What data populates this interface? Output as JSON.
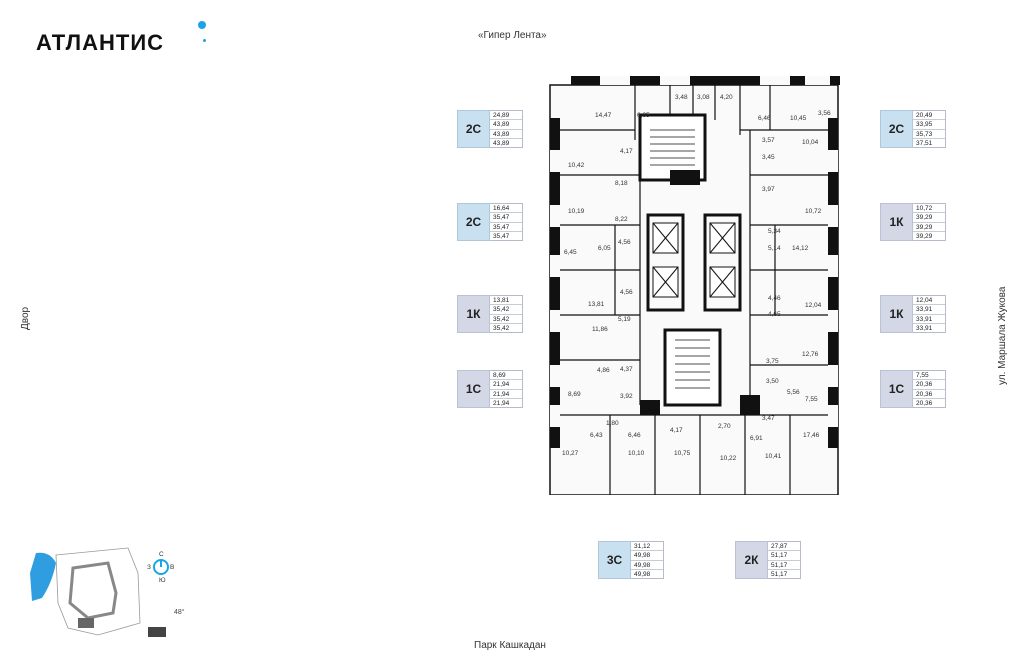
{
  "brand": {
    "name": "АТЛАНТИС"
  },
  "streets": {
    "top": "«Гипер Лента»",
    "bottom": "Парк Кашкадан",
    "left": "Двор",
    "right": "ул. Маршала Жукова"
  },
  "orientation": {
    "angle": "48°",
    "north": "С",
    "south": "Ю",
    "west": "З",
    "east": "В"
  },
  "cards": [
    {
      "id": "left-1",
      "type": "2С",
      "values": [
        "24,89",
        "43,89",
        "43,89",
        "43,89"
      ]
    },
    {
      "id": "left-2",
      "type": "2С",
      "values": [
        "16,64",
        "35,47",
        "35,47",
        "35,47"
      ]
    },
    {
      "id": "left-3",
      "type": "1К",
      "values": [
        "13,81",
        "35,42",
        "35,42",
        "35,42"
      ]
    },
    {
      "id": "left-4",
      "type": "1С",
      "values": [
        "8,69",
        "21,94",
        "21,94",
        "21,94"
      ]
    },
    {
      "id": "right-1",
      "type": "2С",
      "values": [
        "20,49",
        "33,95",
        "35,73",
        "37,51"
      ]
    },
    {
      "id": "right-2",
      "type": "1К",
      "values": [
        "10,72",
        "39,29",
        "39,29",
        "39,29"
      ]
    },
    {
      "id": "right-3",
      "type": "1К",
      "values": [
        "12,04",
        "33,91",
        "33,91",
        "33,91"
      ]
    },
    {
      "id": "right-4",
      "type": "1С",
      "values": [
        "7,55",
        "20,36",
        "20,36",
        "20,36"
      ]
    },
    {
      "id": "bottom-1",
      "type": "3С",
      "values": [
        "31,12",
        "49,98",
        "49,98",
        "49,98"
      ]
    },
    {
      "id": "bottom-2",
      "type": "2К",
      "values": [
        "27,87",
        "51,17",
        "51,17",
        "51,17"
      ]
    }
  ],
  "rooms": [
    {
      "v": "14,47"
    },
    {
      "v": "6,65"
    },
    {
      "v": "3,48"
    },
    {
      "v": "3,08"
    },
    {
      "v": "4,20"
    },
    {
      "v": "6,46"
    },
    {
      "v": "10,45"
    },
    {
      "v": "3,56"
    },
    {
      "v": "10,42"
    },
    {
      "v": "4,17"
    },
    {
      "v": "3,57"
    },
    {
      "v": "10,04"
    },
    {
      "v": "3,45"
    },
    {
      "v": "8,18"
    },
    {
      "v": "3,97"
    },
    {
      "v": "10,19"
    },
    {
      "v": "8,22"
    },
    {
      "v": "10,72"
    },
    {
      "v": "5,34"
    },
    {
      "v": "6,05"
    },
    {
      "v": "4,56"
    },
    {
      "v": "5,14"
    },
    {
      "v": "14,12"
    },
    {
      "v": "6,45"
    },
    {
      "v": "13,81"
    },
    {
      "v": "4,56"
    },
    {
      "v": "4,46"
    },
    {
      "v": "12,04"
    },
    {
      "v": "5,19"
    },
    {
      "v": "4,65"
    },
    {
      "v": "11,86"
    },
    {
      "v": "12,76"
    },
    {
      "v": "4,86"
    },
    {
      "v": "4,37"
    },
    {
      "v": "3,75"
    },
    {
      "v": "8,69"
    },
    {
      "v": "3,92"
    },
    {
      "v": "3,50"
    },
    {
      "v": "5,56"
    },
    {
      "v": "7,55"
    },
    {
      "v": "3,47"
    },
    {
      "v": "1,80"
    },
    {
      "v": "6,43"
    },
    {
      "v": "6,46"
    },
    {
      "v": "4,17"
    },
    {
      "v": "2,70"
    },
    {
      "v": "6,91"
    },
    {
      "v": "17,46"
    },
    {
      "v": "10,27"
    },
    {
      "v": "10,10"
    },
    {
      "v": "10,75"
    },
    {
      "v": "10,22"
    },
    {
      "v": "10,41"
    }
  ]
}
